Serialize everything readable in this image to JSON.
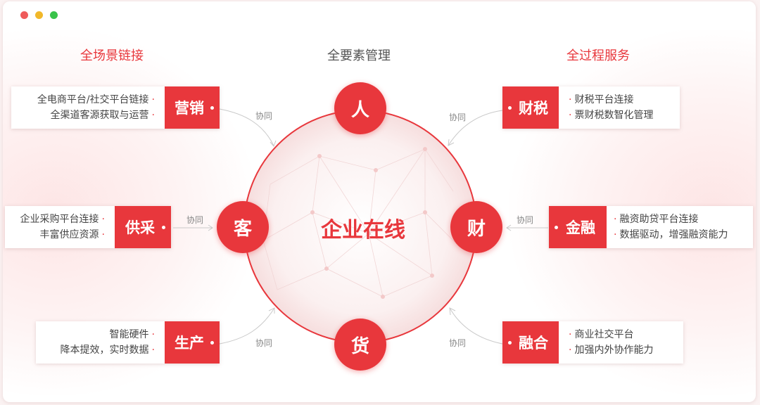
{
  "window": {
    "controls": [
      "close",
      "minimize",
      "maximize"
    ]
  },
  "columns": {
    "left_title": "全场景链接",
    "middle_title": "全要素管理",
    "right_title": "全过程服务"
  },
  "center": {
    "title": "企业在线",
    "nodes": {
      "top": "人",
      "left": "客",
      "right": "财",
      "bottom": "货"
    }
  },
  "left_cards": [
    {
      "label": "营销",
      "lines": [
        "全电商平台/社交平台链接",
        "全渠道客源获取与运营"
      ]
    },
    {
      "label": "供采",
      "lines": [
        "企业采购平台连接",
        "丰富供应资源"
      ]
    },
    {
      "label": "生产",
      "lines": [
        "智能硬件",
        "降本提效，实时数据"
      ]
    }
  ],
  "right_cards": [
    {
      "label": "财税",
      "lines": [
        "财税平台连接",
        "票财税数智化管理"
      ]
    },
    {
      "label": "金融",
      "lines": [
        "融资助贷平台连接",
        "数据驱动，增强融资能力"
      ]
    },
    {
      "label": "融合",
      "lines": [
        "商业社交平台",
        "加强内外协作能力"
      ]
    }
  ],
  "connector_label": "协同",
  "colors": {
    "accent": "#e8373c",
    "text": "#444444",
    "muted": "#888888"
  }
}
